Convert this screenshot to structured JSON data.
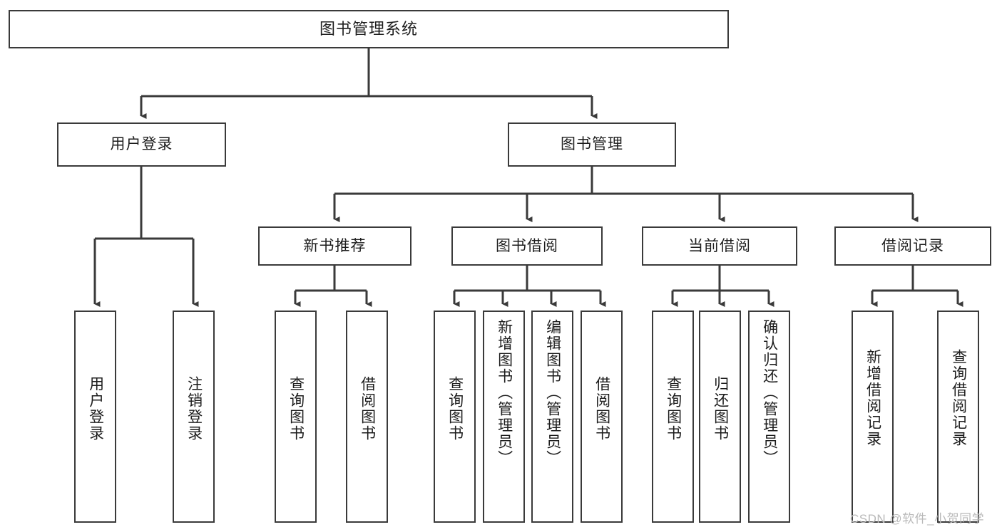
{
  "diagram": {
    "type": "tree-hierarchy-chart",
    "title": "图书管理系统",
    "stroke_color": "#3a3a3a",
    "box_fill": "#ffffff",
    "text_color": "#1d1d1d",
    "watermark": "CSDN @软件_小贺同学"
  },
  "root": {
    "label": "图书管理系统"
  },
  "level1": [
    {
      "label": "用户登录"
    },
    {
      "label": "图书管理"
    }
  ],
  "level2": [
    {
      "label": "新书推荐"
    },
    {
      "label": "图书借阅"
    },
    {
      "label": "当前借阅"
    },
    {
      "label": "借阅记录"
    }
  ],
  "leaves": {
    "user_login": [
      {
        "label": "用户登录"
      },
      {
        "label": "注销登录"
      }
    ],
    "new_book_recommend": [
      {
        "label": "查询图书"
      },
      {
        "label": "借阅图书"
      }
    ],
    "book_borrow": [
      {
        "label": "查询图书"
      },
      {
        "label": "新增图书（管理员）"
      },
      {
        "label": "编辑图书（管理员）"
      },
      {
        "label": "借阅图书"
      }
    ],
    "current_borrow": [
      {
        "label": "查询图书"
      },
      {
        "label": "归还图书"
      },
      {
        "label": "确认归还（管理员）"
      }
    ],
    "borrow_record": [
      {
        "label": "新增借阅记录"
      },
      {
        "label": "查询借阅记录"
      }
    ]
  }
}
